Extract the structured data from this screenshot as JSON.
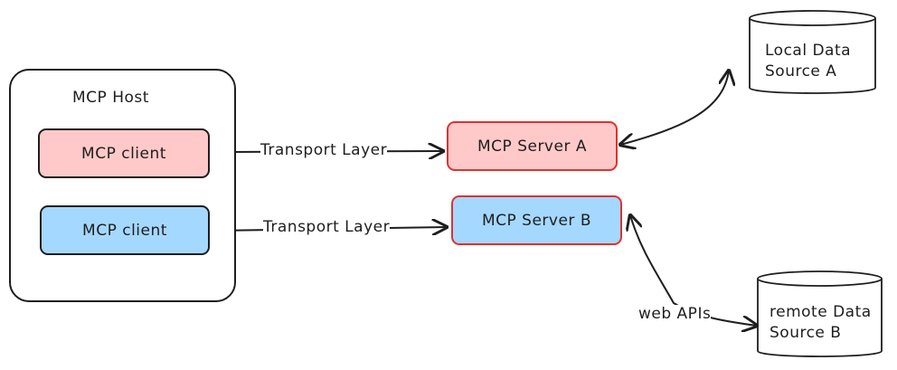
{
  "diagram": {
    "host": {
      "title": "MCP Host"
    },
    "clients": [
      {
        "label": "MCP client",
        "fill": "#ffc9c9"
      },
      {
        "label": "MCP client",
        "fill": "#a5d8ff"
      }
    ],
    "servers": [
      {
        "label": "MCP Server A",
        "fill": "#ffc9c9",
        "stroke": "#e03131"
      },
      {
        "label": "MCP Server B",
        "fill": "#a5d8ff",
        "stroke": "#e03131"
      }
    ],
    "links": [
      {
        "label": "Transport Layer"
      },
      {
        "label": "Transport Layer"
      },
      {
        "label": "web APIs"
      }
    ],
    "data_sources": [
      {
        "label": "Local Data\nSource A"
      },
      {
        "label": "remote Data\nSource B"
      }
    ]
  }
}
